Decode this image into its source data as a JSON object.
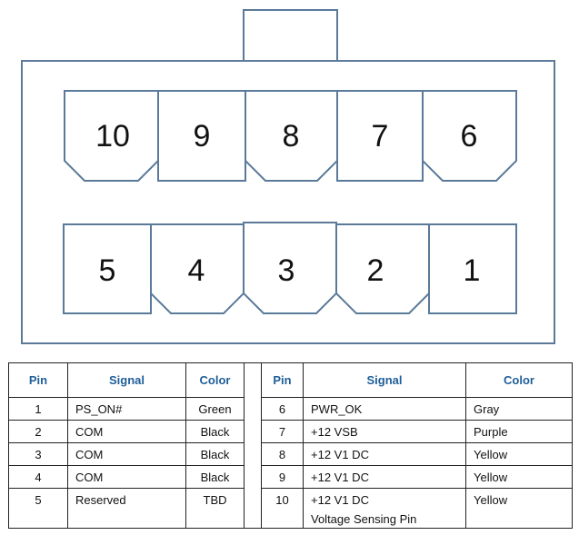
{
  "diagram": {
    "top_row_pins": [
      "10",
      "9",
      "8",
      "7",
      "6"
    ],
    "bottom_row_pins": [
      "5",
      "4",
      "3",
      "2",
      "1"
    ],
    "outline_color": "#5B7A99"
  },
  "table": {
    "headers": {
      "left": {
        "pin": "Pin",
        "signal": "Signal",
        "color": "Color"
      },
      "right": {
        "pin": "Pin",
        "signal": "Signal",
        "color": "Color"
      }
    },
    "header_color": "#1F5E99",
    "rows": [
      {
        "left": {
          "pin": "1",
          "signal": "PS_ON#",
          "color": "Green"
        },
        "right": {
          "pin": "6",
          "signal": "PWR_OK",
          "color": "Gray"
        }
      },
      {
        "left": {
          "pin": "2",
          "signal": "COM",
          "color": "Black"
        },
        "right": {
          "pin": "7",
          "signal": "+12 VSB",
          "color": "Purple"
        }
      },
      {
        "left": {
          "pin": "3",
          "signal": "COM",
          "color": "Black"
        },
        "right": {
          "pin": "8",
          "signal": "+12 V1 DC",
          "color": "Yellow"
        }
      },
      {
        "left": {
          "pin": "4",
          "signal": "COM",
          "color": "Black"
        },
        "right": {
          "pin": "9",
          "signal": "+12 V1 DC",
          "color": "Yellow"
        }
      },
      {
        "left": {
          "pin": "5",
          "signal": "Reserved",
          "color": "TBD"
        },
        "right": {
          "pin": "10",
          "signal": "+12 V1 DC",
          "signal_line2": "Voltage Sensing Pin",
          "color": "Yellow"
        }
      }
    ]
  }
}
